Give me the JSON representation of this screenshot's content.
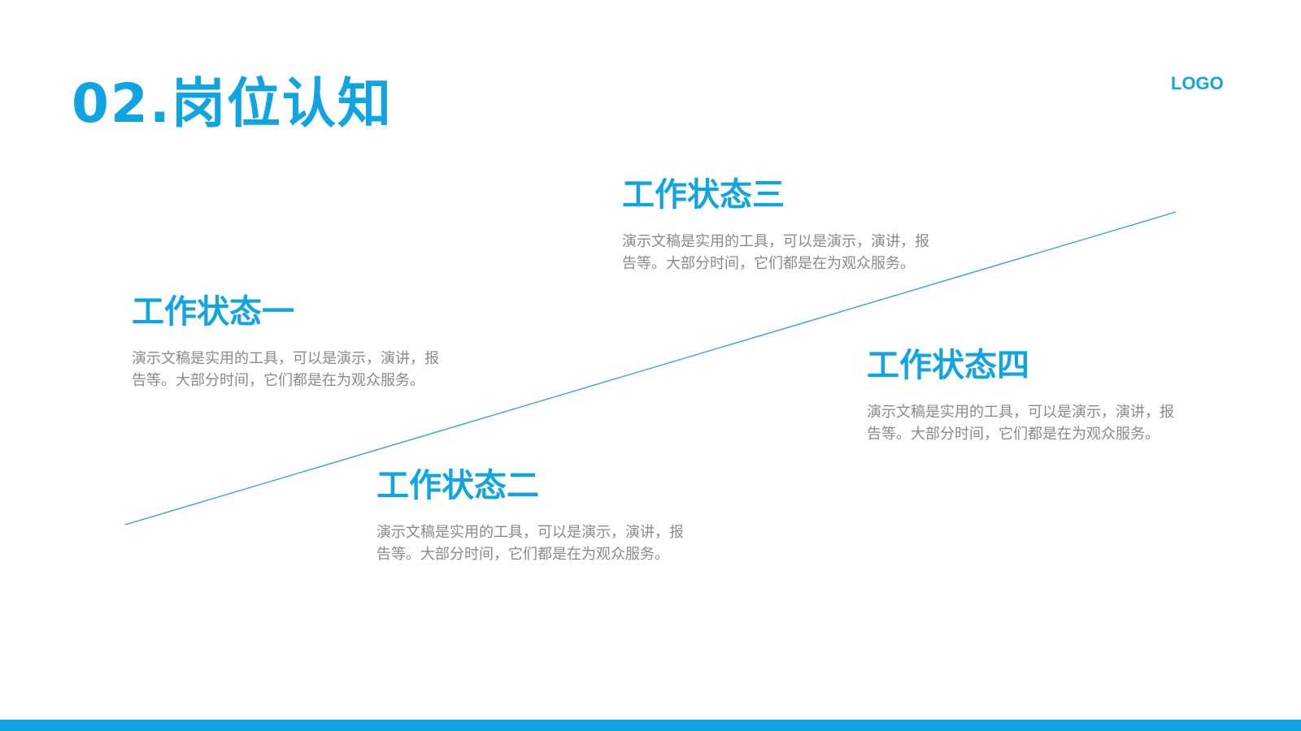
{
  "slide": {
    "title": "02.岗位认知",
    "logo": "LOGO"
  },
  "colors": {
    "accent": "#10a5e2",
    "body_text": "#8a8a8a",
    "line": "#3aa3d6"
  },
  "states": [
    {
      "heading": "工作状态一",
      "text": "演示文稿是实用的工具，可以是演示，演讲，报告等。大部分时间，它们都是在为观众服务。"
    },
    {
      "heading": "工作状态二",
      "text": "演示文稿是实用的工具，可以是演示，演讲，报告等。大部分时间，它们都是在为观众服务。"
    },
    {
      "heading": "工作状态三",
      "text": "演示文稿是实用的工具，可以是演示，演讲，报告等。大部分时间，它们都是在为观众服务。"
    },
    {
      "heading": "工作状态四",
      "text": "演示文稿是实用的工具，可以是演示，演讲，报告等。大部分时间，它们都是在为观众服务。"
    }
  ]
}
